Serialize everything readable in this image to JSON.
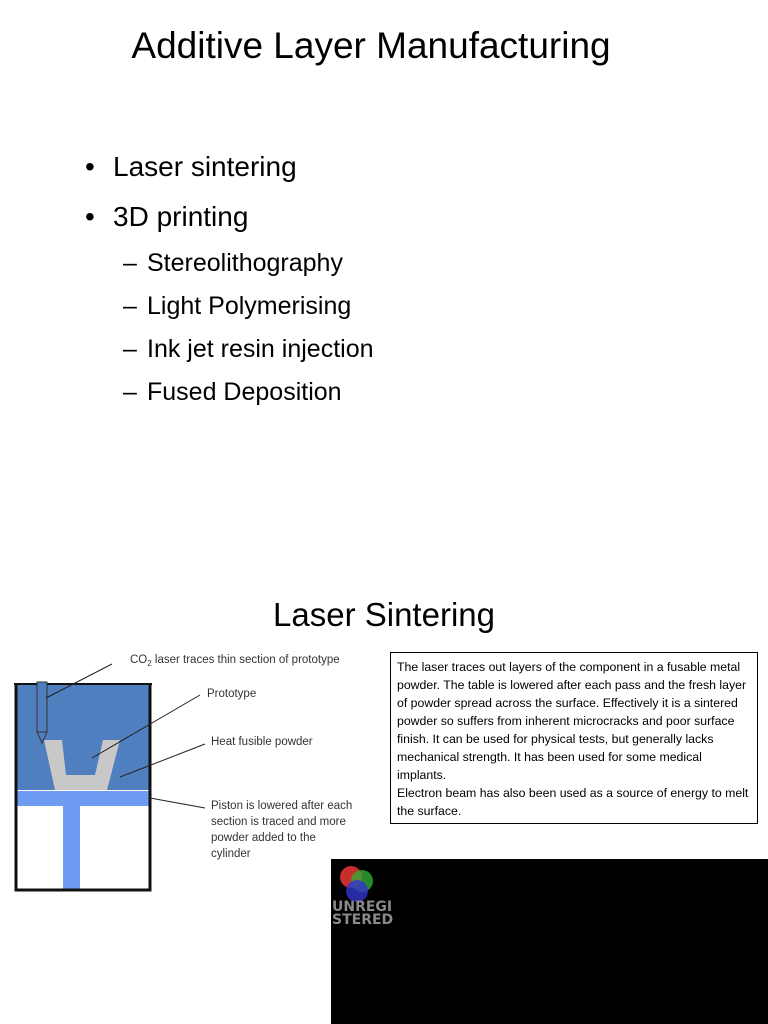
{
  "slide1": {
    "title": "Additive Layer Manufacturing",
    "bullets": [
      {
        "text": "Laser sintering"
      },
      {
        "text": "3D printing",
        "children": [
          {
            "text": "Stereolithography"
          },
          {
            "text": "Light Polymerising"
          },
          {
            "text": "Ink jet resin injection"
          },
          {
            "text": "Fused Deposition"
          }
        ]
      }
    ]
  },
  "slide2": {
    "title": "Laser Sintering",
    "diagram": {
      "label_laser_main": "CO",
      "label_laser_sub": "2",
      "label_laser_rest": " laser traces thin section of prototype",
      "label_prototype": "Prototype",
      "label_powder": "Heat fusible powder",
      "label_piston": [
        "Piston is lowered after each",
        "section is traced and more",
        "powder added to the",
        "cylinder"
      ],
      "colors": {
        "powder": "#4f7fbf",
        "piston": "#6f9cf3",
        "prototype": "#c8c8c8",
        "outline": "#111111"
      }
    },
    "description": [
      "The laser traces out layers of the component in a fusable metal powder. The table is lowered after each pass and the fresh layer of powder spread across the surface. Effectively it is a sintered powder so suffers from inherent microcracks and poor surface finish. It can be used for physical tests, but generally lacks mechanical strength. It has been used for some medical implants.",
      "Electron beam has also been used as a source of energy to melt the surface."
    ],
    "watermark": [
      "UNREGI",
      "STERED"
    ]
  }
}
